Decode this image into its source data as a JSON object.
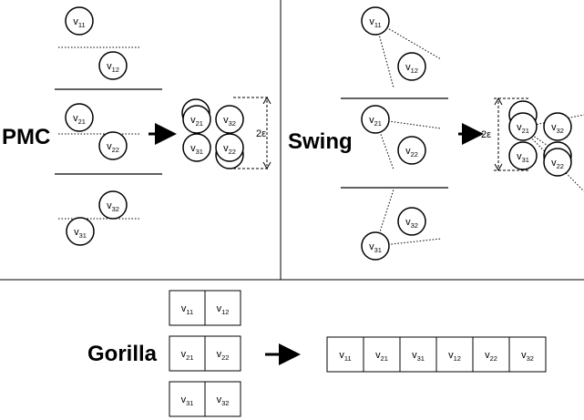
{
  "panels": {
    "pmc": {
      "title": "PMC"
    },
    "swing": {
      "title": "Swing"
    },
    "gorilla": {
      "title": "Gorilla"
    }
  },
  "epsilon_label": "2ε",
  "pmc_nodes": [
    {
      "base": "v",
      "sub": "11"
    },
    {
      "base": "v",
      "sub": "12"
    },
    {
      "base": "v",
      "sub": "21"
    },
    {
      "base": "v",
      "sub": "22"
    },
    {
      "base": "v",
      "sub": "32"
    },
    {
      "base": "v",
      "sub": "31"
    }
  ],
  "pmc_result_nodes": [
    {
      "base": "v",
      "sub": "21"
    },
    {
      "base": "v",
      "sub": "32"
    },
    {
      "base": "v",
      "sub": "31"
    },
    {
      "base": "v",
      "sub": "22"
    }
  ],
  "swing_nodes": [
    {
      "base": "v",
      "sub": "11"
    },
    {
      "base": "v",
      "sub": "12"
    },
    {
      "base": "v",
      "sub": "21"
    },
    {
      "base": "v",
      "sub": "22"
    },
    {
      "base": "v",
      "sub": "32"
    },
    {
      "base": "v",
      "sub": "31"
    }
  ],
  "swing_result_nodes": [
    {
      "base": "v",
      "sub": "21"
    },
    {
      "base": "v",
      "sub": "32"
    },
    {
      "base": "v",
      "sub": "31"
    },
    {
      "base": "v",
      "sub": "22"
    }
  ],
  "gorilla_grid": [
    [
      {
        "base": "v",
        "sub": "11"
      },
      {
        "base": "v",
        "sub": "12"
      }
    ],
    [
      {
        "base": "v",
        "sub": "21"
      },
      {
        "base": "v",
        "sub": "22"
      }
    ],
    [
      {
        "base": "v",
        "sub": "31"
      },
      {
        "base": "v",
        "sub": "32"
      }
    ]
  ],
  "gorilla_result": [
    {
      "base": "v",
      "sub": "11"
    },
    {
      "base": "v",
      "sub": "21"
    },
    {
      "base": "v",
      "sub": "31"
    },
    {
      "base": "v",
      "sub": "12"
    },
    {
      "base": "v",
      "sub": "22"
    },
    {
      "base": "v",
      "sub": "32"
    }
  ]
}
